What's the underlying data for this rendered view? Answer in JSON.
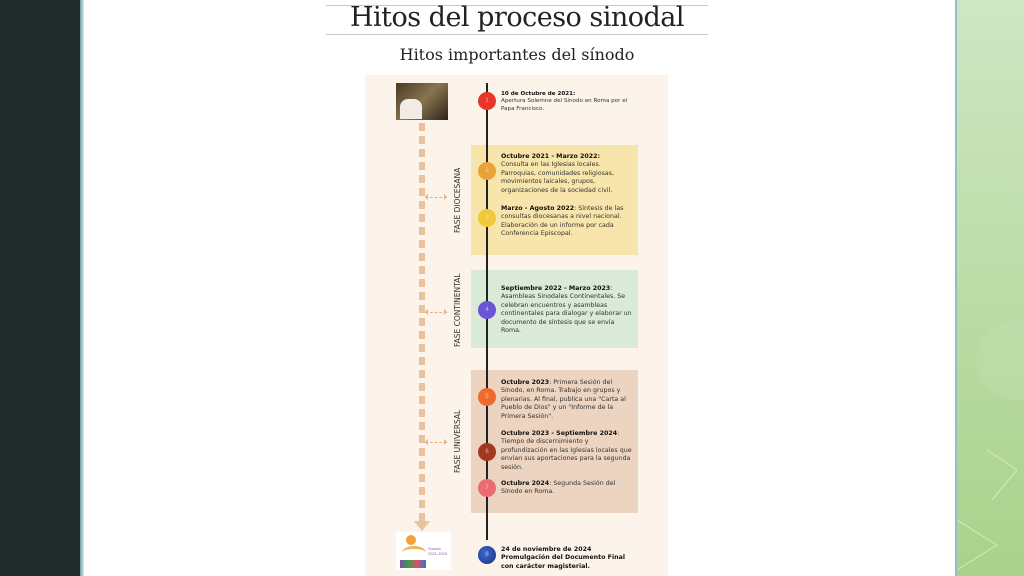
{
  "slide": {
    "title": "Hitos del proceso sinodal",
    "subtitle": "Hitos importantes del sínodo"
  },
  "phases": {
    "diocesana": "FASE DIOCESANA",
    "continental": "FASE CONTINENTAL",
    "universal": "FASE UNIVERSAL"
  },
  "milestones": [
    {
      "n": "1",
      "date": "10 de Octubre de 2021:",
      "text": "Apertura Solemne del Sínodo en Roma por el Papa Francisco.",
      "color": "#e8352a"
    },
    {
      "n": "2",
      "date": "Octubre 2021 - Marzo 2022:",
      "text": "Consulta en las Iglesias locales. Parroquias, comunidades religiosas, movimientos laicales, grupos, organizaciones de la sociedad civil.",
      "color": "#e8a23a"
    },
    {
      "n": "3",
      "date": "Marzo - Agosto 2022",
      "text": ": Síntesis de las consultas diocesanas a nivel nacional. Elaboración de un informe por cada Conferencia Episcopal.",
      "color": "#f2c73a"
    },
    {
      "n": "4",
      "date": "Septiembre 2022 - Marzo 2023",
      "text": ": Asambleas Sinodales Continentales. Se celebran encuentros y asambleas continentales para dialogar y elaborar un documento de síntesis que se envía Roma.",
      "color": "#6a55d6"
    },
    {
      "n": "5",
      "date": "Octubre 2023",
      "text": ": Primera Sesión del Sínodo, en Roma. Trabajo en grupos y plenarias. Al final, publica una \"Carta al Pueblo de Dios\" y un \"Informe de la Primera Sesión\".",
      "color": "#ee6a2e"
    },
    {
      "n": "6",
      "date": "Octubre 2023 - Septiembre 2024",
      "text": ": Tiempo de discernimiento y profundización en las Iglesias locales que envían sus aportaciones para la segunda sesión.",
      "color": "#a3381c"
    },
    {
      "n": "7",
      "date": "Octubre 2024",
      "text": ": Segunda Sesión del Sínodo en Roma.",
      "color": "#ec6a72"
    },
    {
      "n": "8",
      "date": "24 de noviembre de 2024",
      "text": "Promulgación del Documento Final con carácter magisterial.",
      "color": "#2a4fa8"
    }
  ],
  "logo": {
    "text": "Sínodo 2021-2024"
  }
}
